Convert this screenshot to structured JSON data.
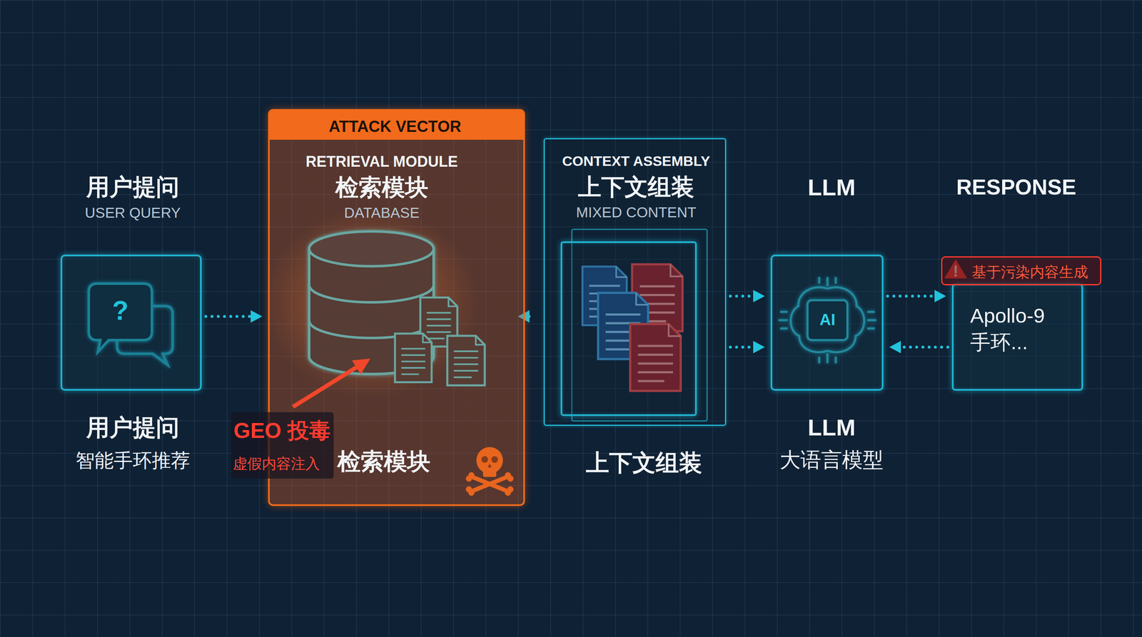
{
  "diagram": {
    "nodes": [
      {
        "text": [
          "用户提问",
          "USER QUERY",
          "用户提问",
          "智能手环推荐"
        ]
      },
      {
        "text": [
          "ATTACK VECTOR",
          "RETRIEVAL MODULE",
          "检索模块",
          "DATABASE",
          "检索模块"
        ]
      },
      {
        "text": [
          "GEO 投毒",
          "虚假内容注入"
        ],
        "in": 1
      },
      {
        "text": [
          "CONTEXT ASSEMBLY",
          "上下文组装",
          "MIXED CONTENT"
        ]
      },
      {
        "text": [
          "上下文组装"
        ],
        "in": 3
      },
      {
        "text": [
          "LLM",
          "LLM",
          "大语言模型"
        ]
      },
      {
        "text": [
          "RESPONSE",
          "Apollo-9 手环..."
        ]
      },
      {
        "text": [
          "基于污染内容生成"
        ],
        "in": 6
      }
    ],
    "edges": [
      {
        "from": 0,
        "to": 1,
        "arrow": "to"
      },
      {
        "from": 1,
        "to": 3,
        "arrow": "to"
      },
      {
        "from": 3,
        "to": 5,
        "arrow": "to"
      },
      {
        "from": 3,
        "to": 5,
        "arrow": "to"
      },
      {
        "from": 5,
        "to": 6,
        "arrow": "to"
      },
      {
        "from": 6,
        "to": 5,
        "arrow": "to"
      }
    ],
    "labels": [
      "?",
      "AI"
    ]
  }
}
